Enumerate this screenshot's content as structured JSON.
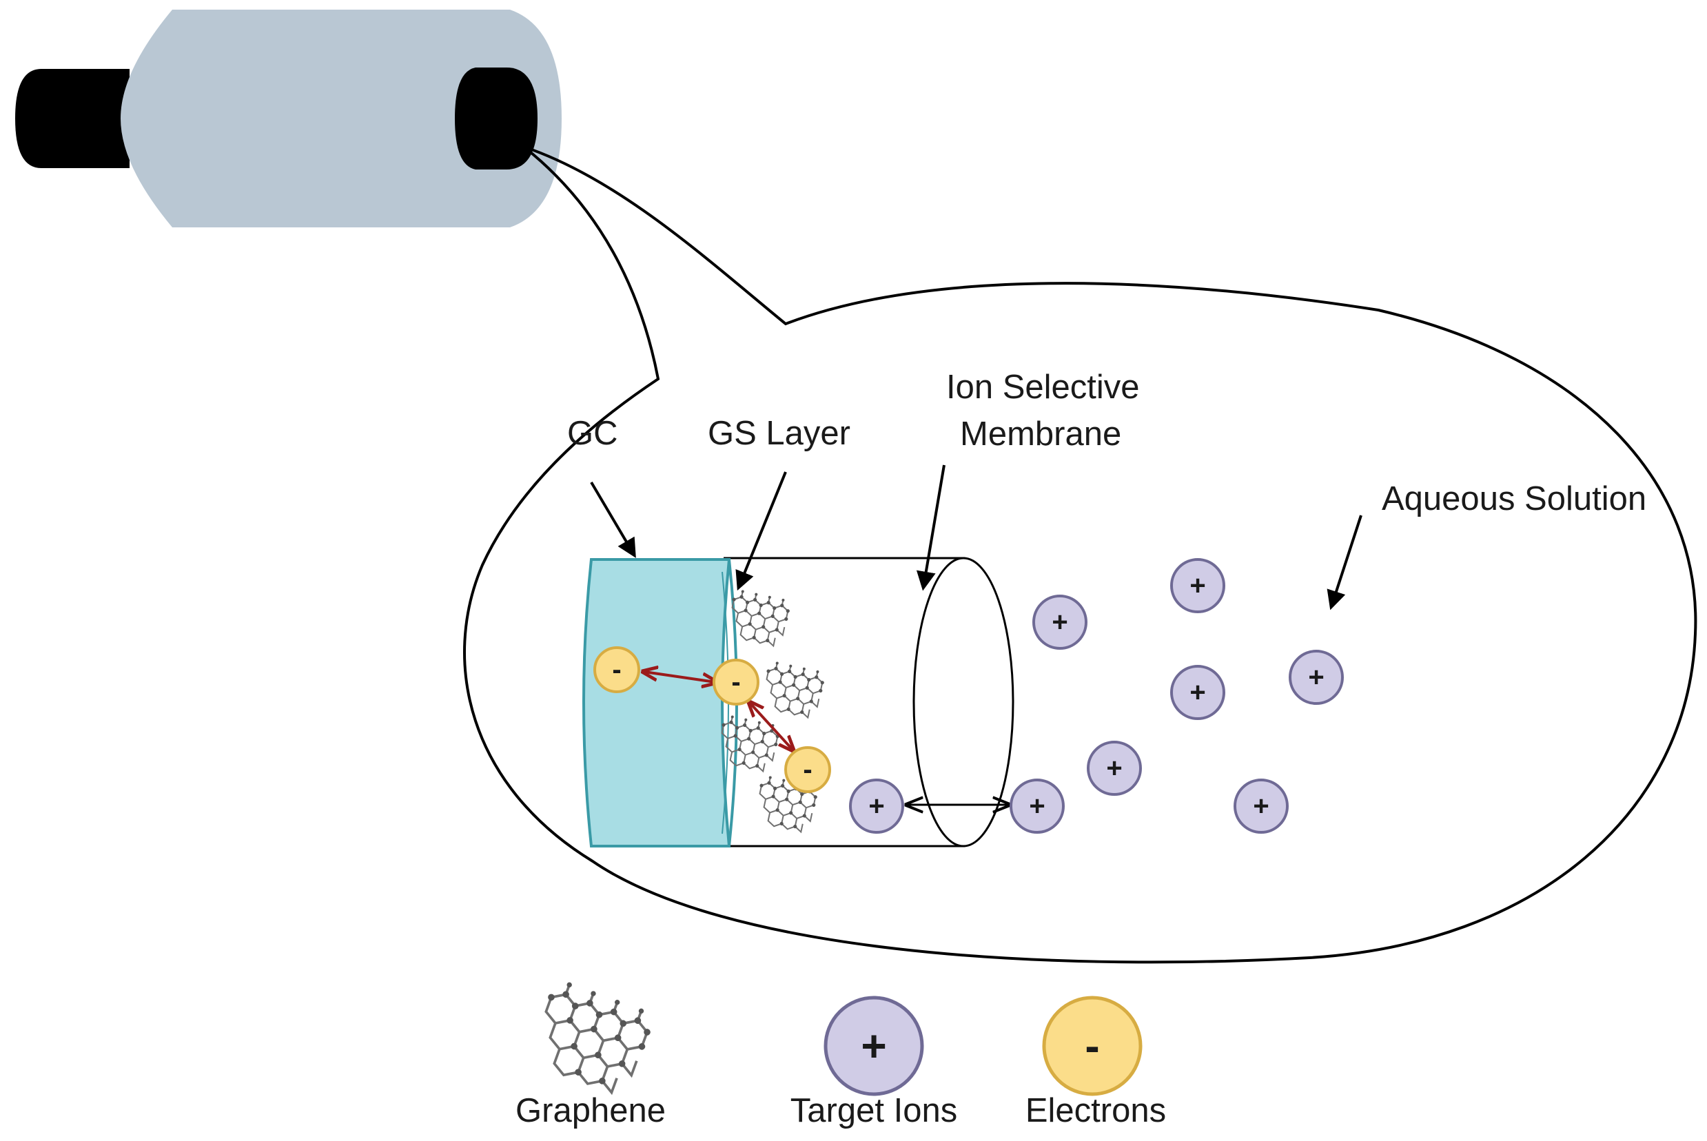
{
  "labels": {
    "gc": "GC",
    "gs_layer": "GS Layer",
    "ism_line1": "Ion Selective",
    "ism_line2": "Membrane",
    "aqueous": "Aqueous Solution"
  },
  "symbols": {
    "ion": "+",
    "electron": "-"
  },
  "legend": [
    {
      "key": "graphene",
      "label": "Graphene"
    },
    {
      "key": "ion",
      "label": "Target Ions"
    },
    {
      "key": "electron",
      "label": "Electrons"
    }
  ],
  "colors": {
    "electrode_body": "#b9c7d3",
    "electrode_tip": "#000000",
    "gc_fill": "#a8dde4",
    "gc_stroke": "#3a9aa6",
    "ion_fill": "#d0cce6",
    "ion_stroke": "#6f6a95",
    "electron_fill": "#fbdd8a",
    "electron_stroke": "#d7ac42",
    "transfer_arrow": "#9b1b1b",
    "graphene": "#6c6c6c"
  },
  "icons": {
    "electrode": "electrode-icon",
    "graphene": "graphene-sheet-icon",
    "ion": "plus-circle-icon",
    "electron": "minus-circle-icon"
  }
}
